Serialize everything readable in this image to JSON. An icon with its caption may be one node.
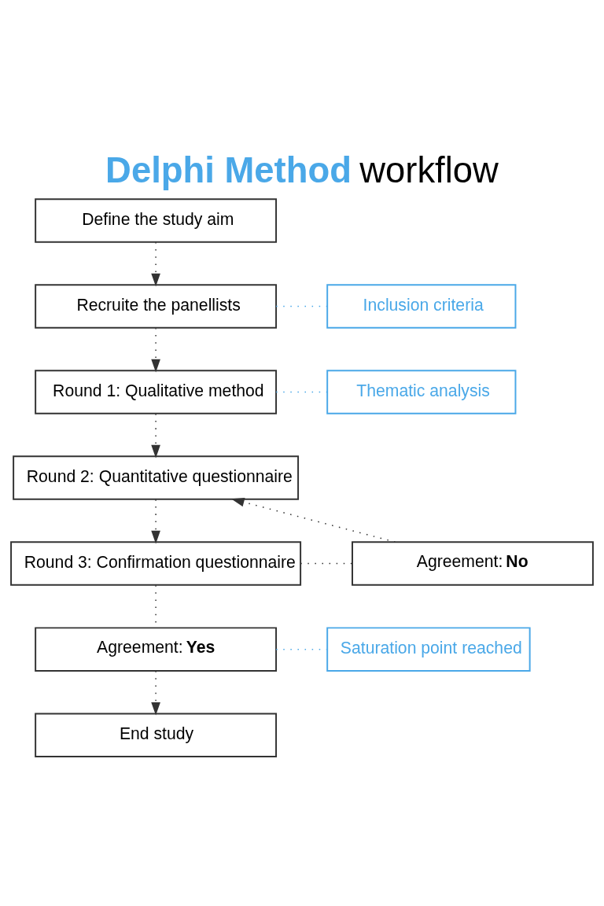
{
  "diagram": {
    "title": "**Delphi Method** workflow",
    "nodes": [
      {
        "text": [
          "Define the study aim"
        ]
      },
      {
        "text": [
          "Recruite the panellists"
        ]
      },
      {
        "text": [
          "Inclusion criteria"
        ]
      },
      {
        "text": [
          "Round 1: Qualitative method"
        ]
      },
      {
        "text": [
          "Thematic analysis"
        ]
      },
      {
        "text": [
          "Round 2: Quantitative questionnaire"
        ]
      },
      {
        "text": [
          "Round 3: Confirmation questionnaire"
        ]
      },
      {
        "text": [
          "Agreement: **No**"
        ]
      },
      {
        "text": [
          "Agreement: **Yes**"
        ]
      },
      {
        "text": [
          "Saturation point reached"
        ]
      },
      {
        "text": [
          "End study"
        ]
      }
    ],
    "edges": [
      {
        "from": 0,
        "to": 1,
        "arrow": "to"
      },
      {
        "from": 1,
        "to": 2,
        "arrow": "none",
        "color": "#4aa8e8"
      },
      {
        "from": 1,
        "to": 3,
        "arrow": "to"
      },
      {
        "from": 3,
        "to": 4,
        "arrow": "none",
        "color": "#4aa8e8"
      },
      {
        "from": 3,
        "to": 5,
        "arrow": "to"
      },
      {
        "from": 5,
        "to": 6,
        "arrow": "to"
      },
      {
        "from": 6,
        "to": 7,
        "arrow": "none"
      },
      {
        "from": 7,
        "to": 5,
        "arrow": "to"
      },
      {
        "from": 6,
        "to": 8,
        "arrow": "none"
      },
      {
        "from": 8,
        "to": 9,
        "arrow": "none",
        "color": "#4aa8e8"
      },
      {
        "from": 8,
        "to": 10,
        "arrow": "to"
      }
    ]
  }
}
